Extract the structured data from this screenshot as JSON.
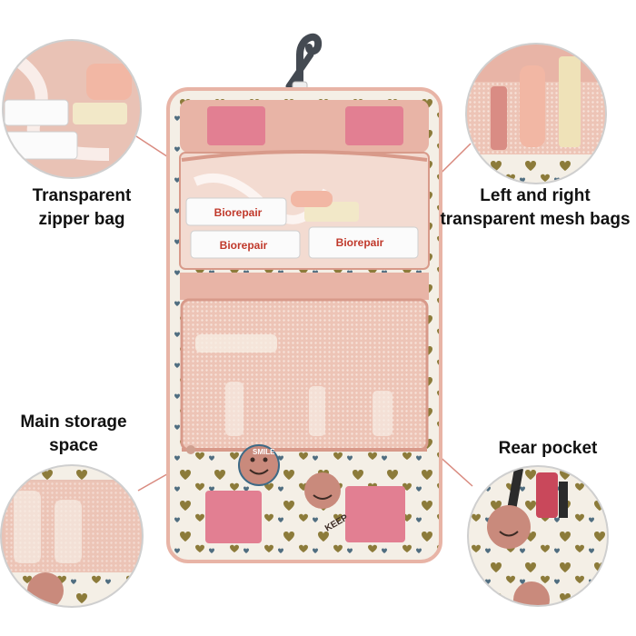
{
  "callouts": {
    "top_left": "Transparent\nzipper bag",
    "top_right": "Left and right\ntransparent mesh bags",
    "bottom_left": "Main storage\nspace",
    "bottom_right": "Rear pocket"
  },
  "product_print": {
    "tube_brand": "Biorepair",
    "smiley_text": "SMILE",
    "band_text": "KEEP"
  },
  "colors": {
    "bag_pink": "#e8b4a6",
    "bag_pink_dark": "#d89a8a",
    "velcro_pink": "#e27f92",
    "heart_olive": "#8c7b3a",
    "smiley_blue": "#3d6a86",
    "smiley_rose": "#c98a7c",
    "background": "#ffffff"
  }
}
